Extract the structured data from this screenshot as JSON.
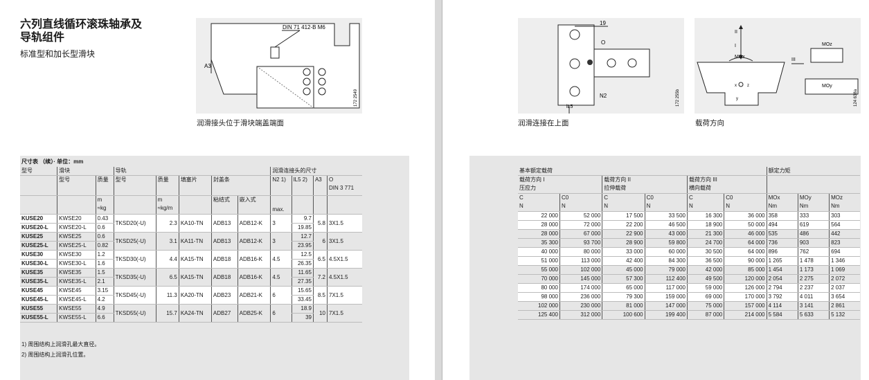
{
  "left": {
    "title_line1": "六列直线循环滚珠轴承及",
    "title_line2": "导轨组件",
    "subtitle": "标准型和加长型滑块",
    "fig1_callout": "DIN 71 412-B M6",
    "fig1_dim": "A3",
    "fig1_caption": "润滑接头位于滑块端盖端面",
    "fig1_code": "172 2549",
    "table_title": "尺寸表 （续）· 单位：mm",
    "headers": {
      "model": "型号",
      "block": "滑块",
      "rail": "导轨",
      "lube_dims": "润滑连接头的尺寸",
      "sub_model": "型号",
      "mass": "质量",
      "rail_model": "型号",
      "rail_mass": "质量",
      "plug": "填塞片",
      "cap": "封盖条",
      "adhesive": "粘结式",
      "insert": "嵌入式",
      "n2": "N2 1)",
      "l5": "lL5 2)",
      "a3": "A3",
      "o": "O",
      "o_din": "DIN 3 771",
      "m1": "m",
      "kg1": "≈kg",
      "m2": "m",
      "kg2": "≈kg/m",
      "max": "max."
    },
    "rows": [
      {
        "model": "KUSE20",
        "block": "KWSE20",
        "mass": "0.43",
        "rail": "TKSD20(-U)",
        "rail_mass": "2.3",
        "plug": "KA10-TN",
        "adh": "ADB13",
        "ins": "ADB12-K",
        "n2": "3",
        "l5": "9.7",
        "a3": "5.8",
        "o": "3X1.5"
      },
      {
        "model": "KUSE20-L",
        "block": "KWSE20-L",
        "mass": "0.6",
        "l5": "19.85"
      },
      {
        "model": "KUSE25",
        "block": "KWSE25",
        "mass": "0.6",
        "rail": "TKSD25(-U)",
        "rail_mass": "3.1",
        "plug": "KA11-TN",
        "adh": "ADB13",
        "ins": "ADB12-K",
        "n2": "3",
        "l5": "12.7",
        "a3": "6",
        "o": "3X1.5"
      },
      {
        "model": "KUSE25-L",
        "block": "KWSE25-L",
        "mass": "0.82",
        "l5": "23.95"
      },
      {
        "model": "KUSE30",
        "block": "KWSE30",
        "mass": "1.2",
        "rail": "TKSD30(-U)",
        "rail_mass": "4.4",
        "plug": "KA15-TN",
        "adh": "ADB18",
        "ins": "ADB16-K",
        "n2": "4.5",
        "l5": "12.5",
        "a3": "6.5",
        "o": "4.5X1.5"
      },
      {
        "model": "KUSE30-L",
        "block": "KWSE30-L",
        "mass": "1.6",
        "l5": "26.35"
      },
      {
        "model": "KUSE35",
        "block": "KWSE35",
        "mass": "1.5",
        "rail": "TKSD35(-U)",
        "rail_mass": "6.5",
        "plug": "KA15-TN",
        "adh": "ADB18",
        "ins": "ADB16-K",
        "n2": "4.5",
        "l5": "11.65",
        "a3": "7.2",
        "o": "4.5X1.5"
      },
      {
        "model": "KUSE35-L",
        "block": "KWSE35-L",
        "mass": "2.1",
        "l5": "27.35"
      },
      {
        "model": "KUSE45",
        "block": "KWSE45",
        "mass": "3.15",
        "rail": "TKSD45(-U)",
        "rail_mass": "11.3",
        "plug": "KA20-TN",
        "adh": "ADB23",
        "ins": "ADB21-K",
        "n2": "6",
        "l5": "15.65",
        "a3": "8.5",
        "o": "7X1.5"
      },
      {
        "model": "KUSE45-L",
        "block": "KWSE45-L",
        "mass": "4.2",
        "l5": "33.45"
      },
      {
        "model": "KUSE55",
        "block": "KWSE55",
        "mass": "4.9",
        "rail": "TKSD55(-U)",
        "rail_mass": "15.7",
        "plug": "KA24-TN",
        "adh": "ADB27",
        "ins": "ADB25-K",
        "n2": "6",
        "l5": "18.9",
        "a3": "10",
        "o": "7X1.5"
      },
      {
        "model": "KUSE55-L",
        "block": "KWSE55-L",
        "mass": "6.6",
        "l5": "39"
      }
    ],
    "footnote1": "1)  周围结构上润滑孔最大直径。",
    "footnote2": "2)  周围结构上润滑孔位置。"
  },
  "right": {
    "fig2_caption": "润滑连接在上面",
    "fig2_dim": "19",
    "fig2_o": "O",
    "fig2_n2": "N2",
    "fig2_l5": "lL5",
    "fig2_code": "172 255b",
    "fig3_caption": "载荷方向",
    "fig3_code": "124 638a",
    "fig3_labels": {
      "ii": "II",
      "i": "I",
      "mox": "MOx",
      "iii": "III",
      "moz": "MOz",
      "moy": "MOy",
      "x": "x",
      "y": "y",
      "z": "z"
    },
    "headers": {
      "basic_load": "基本额定载荷",
      "moment": "额定力矩",
      "dir1": "载荷方向 I",
      "dir1b": "压应力",
      "dir2": "载荷方向 II",
      "dir2b": "拉伸载荷",
      "dir3": "载荷方向 III",
      "dir3b": "横向载荷",
      "c": "C",
      "c0": "C0",
      "mox": "MOx",
      "moy": "MOy",
      "moz": "MOz",
      "n": "N",
      "nm": "Nm"
    },
    "rows": [
      [
        "22 000",
        "52 000",
        "17 500",
        "33 500",
        "16 300",
        "36 000",
        "358",
        "333",
        "303"
      ],
      [
        "28 000",
        "72 000",
        "22 200",
        "46 500",
        "18 900",
        "50 000",
        "494",
        "619",
        "564"
      ],
      [
        "28 000",
        "67 000",
        "22 900",
        "43 000",
        "21 300",
        "46 000",
        "535",
        "486",
        "442"
      ],
      [
        "35 300",
        "93 700",
        "28 900",
        "59 800",
        "24 700",
        "64 000",
        "736",
        "903",
        "823"
      ],
      [
        "40 000",
        "80 000",
        "33 000",
        "60 000",
        "30 500",
        "64 000",
        "896",
        "762",
        "694"
      ],
      [
        "51 000",
        "113 000",
        "42 400",
        "84 300",
        "36 500",
        "90 000",
        "1 265",
        "1 478",
        "1 346"
      ],
      [
        "55 000",
        "102 000",
        "45 000",
        "79 000",
        "42 000",
        "85 000",
        "1 454",
        "1 173",
        "1 069"
      ],
      [
        "70 000",
        "145 000",
        "57 300",
        "112 400",
        "49 500",
        "120 000",
        "2 054",
        "2 275",
        "2 072"
      ],
      [
        "80 000",
        "174 000",
        "65 000",
        "117 000",
        "59 000",
        "126 000",
        "2 794",
        "2 237",
        "2 037"
      ],
      [
        "98 000",
        "236 000",
        "79 300",
        "159 000",
        "69 000",
        "170 000",
        "3 792",
        "4 011",
        "3 654"
      ],
      [
        "102 000",
        "230 000",
        "81 000",
        "147 000",
        "75 000",
        "157 000",
        "4 114",
        "3 141",
        "2 861"
      ],
      [
        "125 400",
        "312 000",
        "100 600",
        "199 400",
        "87 000",
        "214 000",
        "5 584",
        "5 633",
        "5 132"
      ]
    ]
  }
}
